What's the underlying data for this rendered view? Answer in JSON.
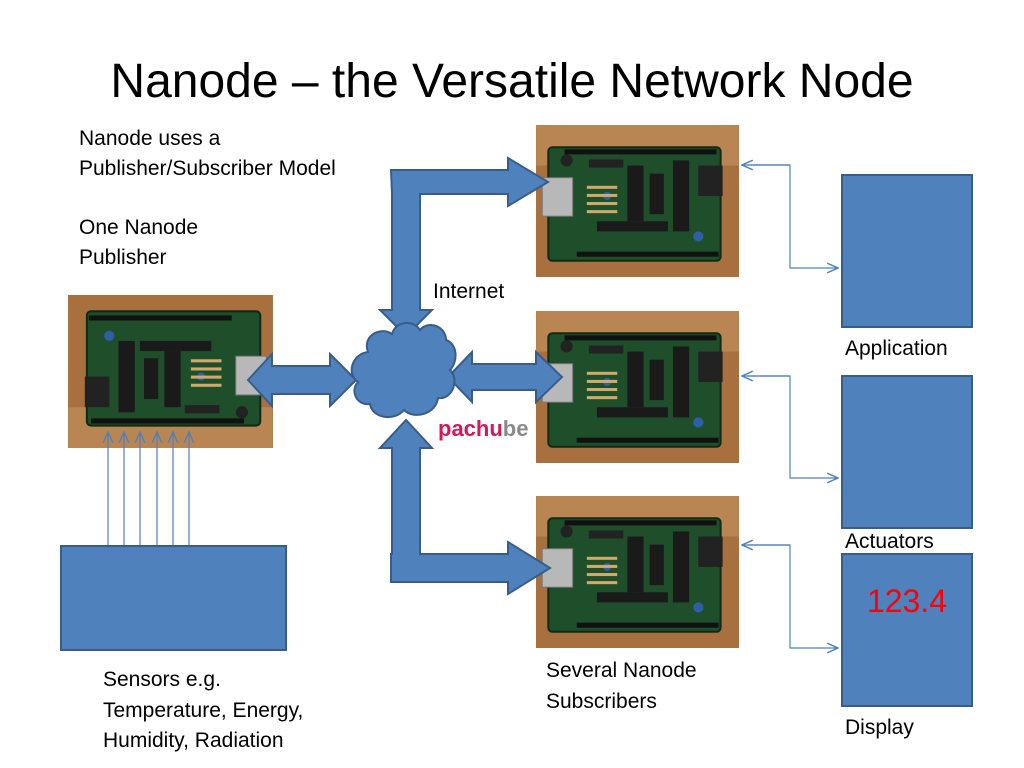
{
  "title": "Nanode – the Versatile Network Node",
  "intro": {
    "line1": "Nanode uses a",
    "line2": "Publisher/Subscriber Model",
    "line3": "One Nanode",
    "line4": "Publisher"
  },
  "internet_label": "Internet",
  "logo": {
    "part1": "pachu",
    "part2": "be"
  },
  "subscribers_label": {
    "line1": "Several Nanode",
    "line2": "Subscribers"
  },
  "sensors_label": {
    "line1": "Sensors e.g.",
    "line2": "Temperature, Energy,",
    "line3": "Humidity, Radiation"
  },
  "targets": {
    "application": "Application",
    "actuators": "Actuators",
    "display": "Display",
    "display_value": "123.4"
  },
  "colors": {
    "box_fill": "#4f81bd",
    "box_border": "#385d8a",
    "readout": "#ff0000",
    "logo_pink": "#d6175a",
    "logo_grey": "#8a8a8a"
  },
  "icons": [
    "cloud-icon",
    "circuit-board-photo"
  ]
}
